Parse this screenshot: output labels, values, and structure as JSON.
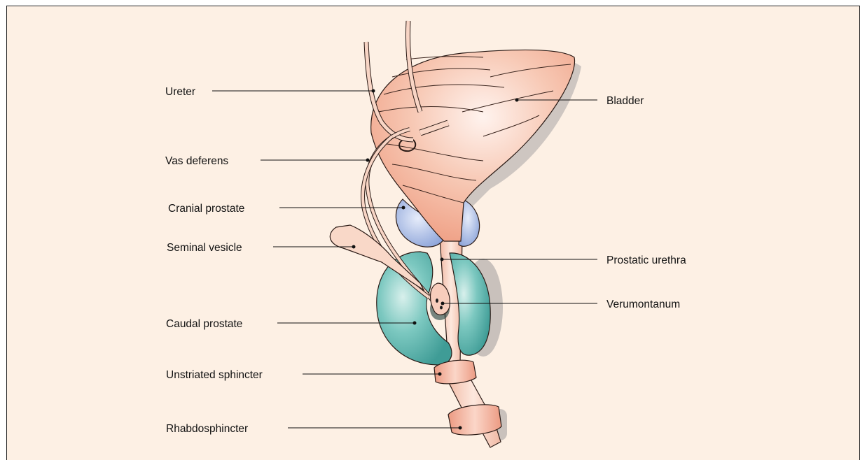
{
  "diagram": {
    "labels_left": {
      "ureter": "Ureter",
      "vas_deferens": "Vas deferens",
      "cranial_prostate": "Cranial prostate",
      "seminal_vesicle": "Seminal vesicle",
      "caudal_prostate": "Caudal prostate",
      "unstriated_sphincter": "Unstriated sphincter",
      "rhabdosphincter": "Rhabdosphincter"
    },
    "labels_right": {
      "bladder": "Bladder",
      "prostatic_urethra": "Prostatic urethra",
      "verumontanum": "Verumontanum"
    }
  },
  "colors": {
    "background": "#fdf0e4",
    "bladder": "#f2b8a0",
    "cranial_prostate": "#9fb4e0",
    "caudal_prostate": "#5fb8b0",
    "sphincter": "#f0a890",
    "urethra": "#f6d2c0"
  }
}
